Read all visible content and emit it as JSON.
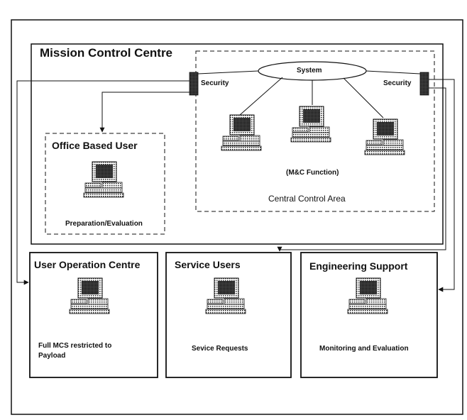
{
  "mission_control": {
    "title": "Mission Control Centre",
    "system_label": "System",
    "security_left": "Security",
    "security_right": "Security",
    "mc_function": "(M&C Function)",
    "central_area": "Central Control Area"
  },
  "office_user": {
    "title": "Office Based User",
    "caption": "Preparation/Evaluation"
  },
  "user_operation": {
    "title": "User Operation Centre",
    "caption_line1": "Full MCS restricted to",
    "caption_line2": "Payload"
  },
  "service_users": {
    "title": "Service Users",
    "caption": "Sevice Requests"
  },
  "engineering": {
    "title": "Engineering Support",
    "caption": "Monitoring and Evaluation"
  },
  "colors": {
    "line": "#111111",
    "screen": "#333333",
    "paper": "#ffffff"
  }
}
